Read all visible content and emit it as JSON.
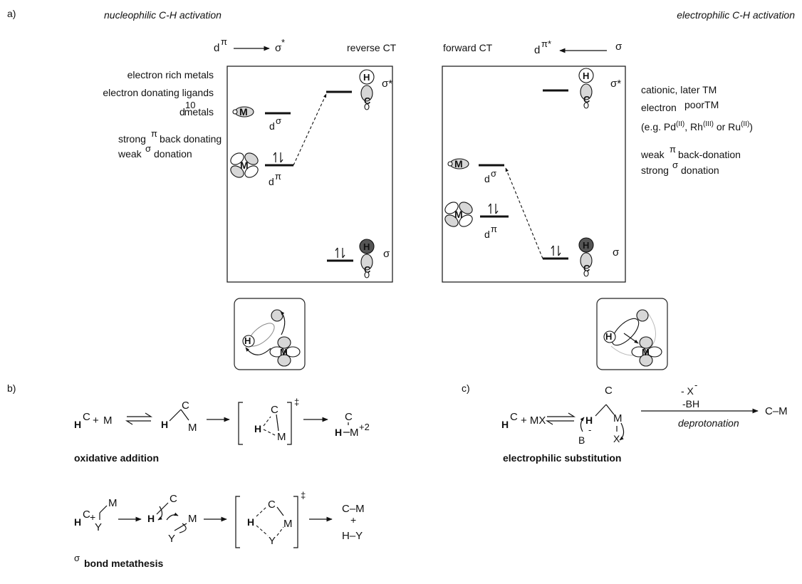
{
  "panel_a": {
    "label": "a)",
    "left": {
      "title": "nucleophilic C-H activation",
      "arrow_from": "d",
      "arrow_from_sup": "π",
      "arrow_to": "σ",
      "arrow_to_sup": "*",
      "ct_label": "reverse CT",
      "desc": [
        "electron rich metals",
        "electron donating ligands",
        "metals",
        "strong",
        "back donating",
        "weak",
        "donation"
      ],
      "d10": "d",
      "d10_sup": "10",
      "level_dsigma": "d",
      "level_dsigma_sup": "σ",
      "level_dpi": "d",
      "level_dpi_sup": "π",
      "sigma_star": "σ*",
      "sigma": "σ",
      "pi_sym": "π",
      "sigma_sym": "σ"
    },
    "right": {
      "title": "electrophilic C-H activation",
      "ct_label": "forward CT",
      "arrow_to": "d",
      "arrow_to_sup": "π*",
      "arrow_from": "σ",
      "desc": [
        "cationic, later TM",
        "electron",
        "poorTM",
        "(e.g. Pd",
        "(II)",
        ", Rh",
        "(III)",
        " or Ru",
        "(II)",
        ")",
        "weak",
        "back-donation",
        "strong",
        "donation"
      ],
      "level_dsigma": "d",
      "level_dsigma_sup": "σ",
      "level_dpi": "d",
      "level_dpi_sup": "π",
      "sigma_star": "σ*",
      "sigma": "σ",
      "pi_sym": "π",
      "sigma_sym": "σ"
    },
    "atoms": {
      "H": "H",
      "C": "C",
      "M": "M"
    }
  },
  "panel_b": {
    "label": "b)",
    "oa_caption": "oxidative addition",
    "oa_charge": "+2",
    "dagger": "‡",
    "sbm_caption_sym": "σ",
    "sbm_caption": "bond metathesis",
    "plus": "+",
    "atoms": {
      "H": "H",
      "C": "C",
      "M": "M",
      "Y": "Y"
    },
    "cm": "C–M",
    "hy": "H–Y"
  },
  "panel_c": {
    "label": "c)",
    "mx": "+ MX",
    "b_base": "B",
    "minus": "-",
    "x_leaving": "X",
    "above_arrow_1": "- X",
    "above_arrow_1_sup": "-",
    "above_arrow_2": "-BH",
    "below_arrow": "deprotonation",
    "product": "C–M",
    "caption": "electrophilic substitution"
  }
}
